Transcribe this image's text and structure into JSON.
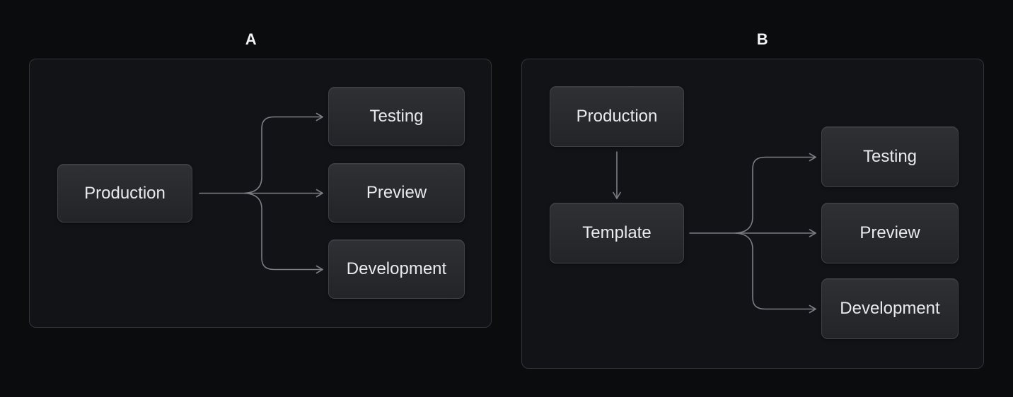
{
  "diagram_a": {
    "label": "A",
    "nodes": {
      "production": {
        "label": "Production"
      },
      "testing": {
        "label": "Testing"
      },
      "preview": {
        "label": "Preview"
      },
      "development": {
        "label": "Development"
      }
    },
    "edges": [
      {
        "from": "production",
        "to": "testing"
      },
      {
        "from": "production",
        "to": "preview"
      },
      {
        "from": "production",
        "to": "development"
      }
    ]
  },
  "diagram_b": {
    "label": "B",
    "nodes": {
      "production": {
        "label": "Production"
      },
      "template": {
        "label": "Template"
      },
      "testing": {
        "label": "Testing"
      },
      "preview": {
        "label": "Preview"
      },
      "development": {
        "label": "Development"
      }
    },
    "edges": [
      {
        "from": "production",
        "to": "template"
      },
      {
        "from": "template",
        "to": "testing"
      },
      {
        "from": "template",
        "to": "preview"
      },
      {
        "from": "template",
        "to": "development"
      }
    ]
  },
  "colors": {
    "page_background": "#0b0c0e",
    "panel_background": "#121317",
    "panel_border": "#313439",
    "node_fill_top": "#2e3034",
    "node_fill_bottom": "#222428",
    "node_border": "#3e4147",
    "node_text": "#e9eaec",
    "arrow": "#7a7e85",
    "panel_label_text": "#f2f3f5"
  }
}
